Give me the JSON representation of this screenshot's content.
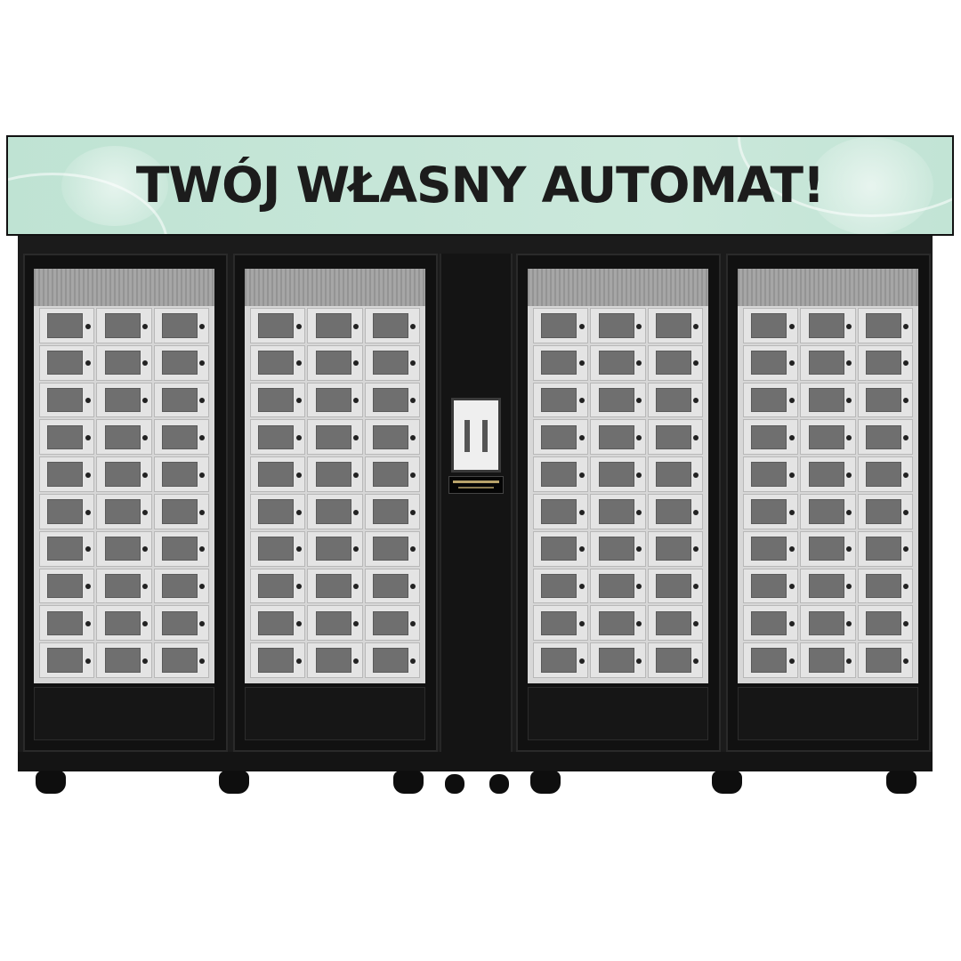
{
  "banner": {
    "text": "TWÓJ WŁASNY AUTOMAT!"
  },
  "colors": {
    "banner_bg": "#c6e6d8",
    "cabinet": "#1b1b1b",
    "locker_door": "#e4e4e4",
    "locker_window": "#6f6f6f"
  },
  "lockers": {
    "modules": 4,
    "columns_per_module": 3,
    "rows_per_module": 10
  }
}
